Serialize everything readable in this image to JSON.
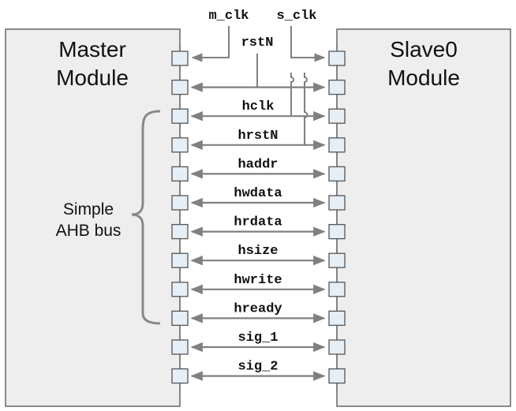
{
  "master": {
    "title_line1": "Master",
    "title_line2": "Module"
  },
  "slave": {
    "title_line1": "Slave0",
    "title_line2": "Module"
  },
  "top_signals": {
    "m_clk": "m_clk",
    "s_clk": "s_clk",
    "rstN": "rstN"
  },
  "bus_group": {
    "label_line1": "Simple",
    "label_line2": "AHB bus"
  },
  "signals": [
    "hclk",
    "hrstN",
    "haddr",
    "hwdata",
    "hrdata",
    "hsize",
    "hwrite",
    "hready",
    "sig_1",
    "sig_2"
  ],
  "colors": {
    "module_fill": "#eeeeee",
    "module_stroke": "#666666",
    "port_fill": "#e6eef6",
    "port_stroke": "#555555",
    "arrow": "#808080",
    "brace": "#888888"
  }
}
